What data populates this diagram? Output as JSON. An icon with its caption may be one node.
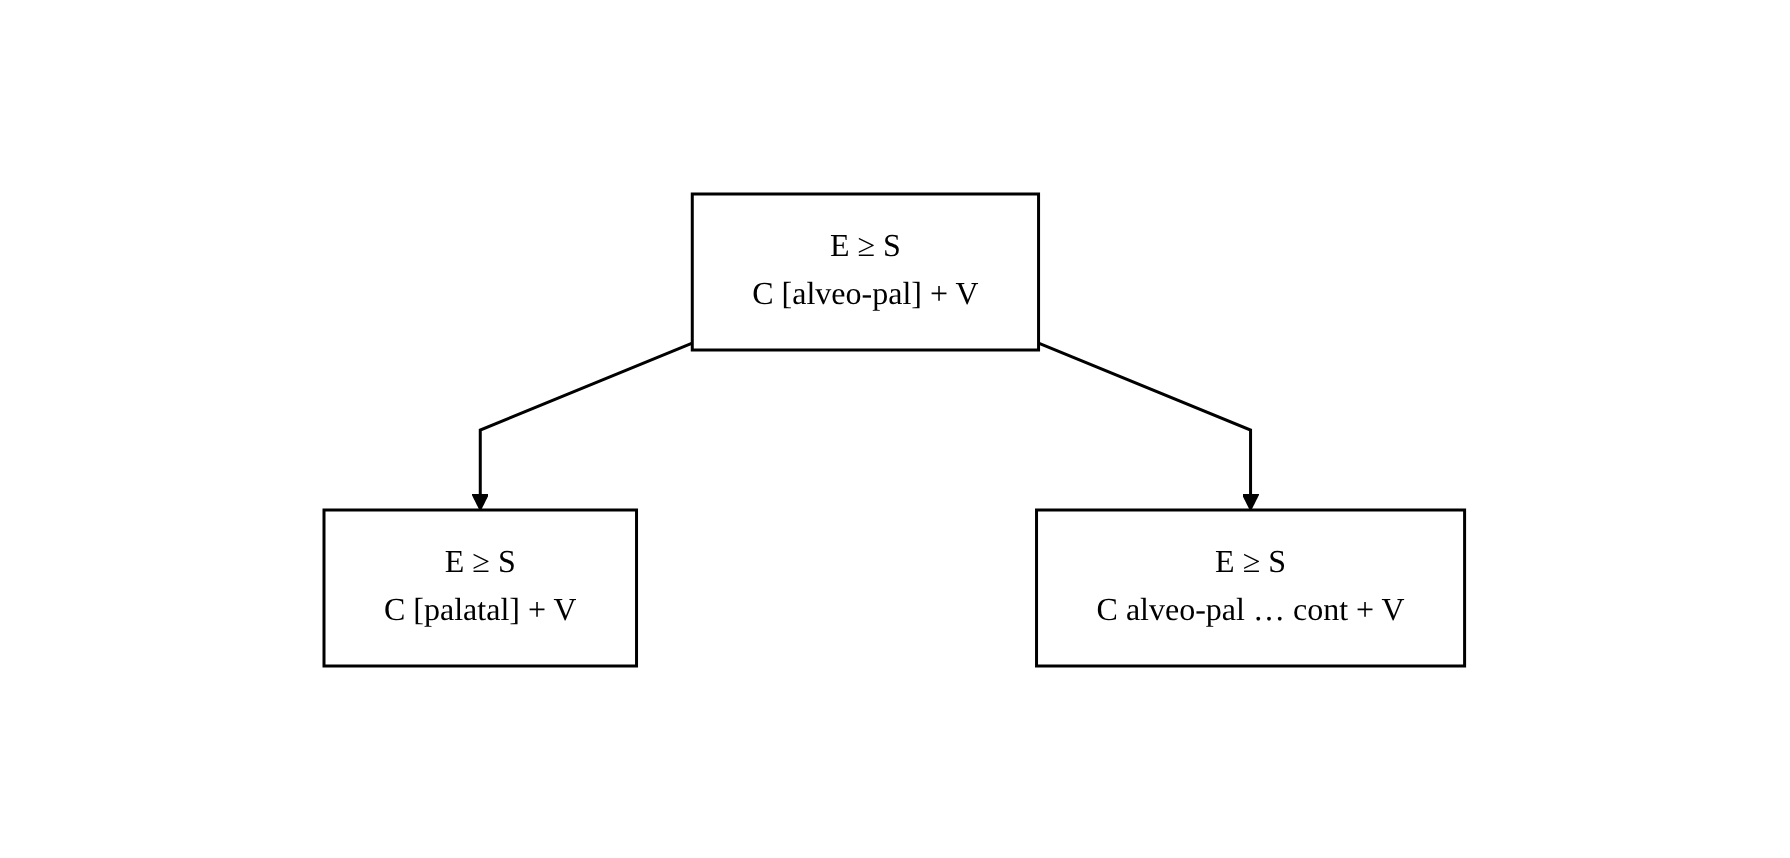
{
  "diagram": {
    "nodes": [
      {
        "text": [
          "E ≥ S",
          "C [alveo-pal] + V"
        ]
      },
      {
        "text": [
          "E ≥ S",
          "C [palatal] + V"
        ]
      },
      {
        "text": [
          "E ≥ S",
          "C alveo-pal … cont + V"
        ]
      }
    ],
    "edges": [
      {
        "from": 0,
        "to": 1,
        "arrow": "to"
      },
      {
        "from": 0,
        "to": 2,
        "arrow": "to"
      }
    ]
  }
}
